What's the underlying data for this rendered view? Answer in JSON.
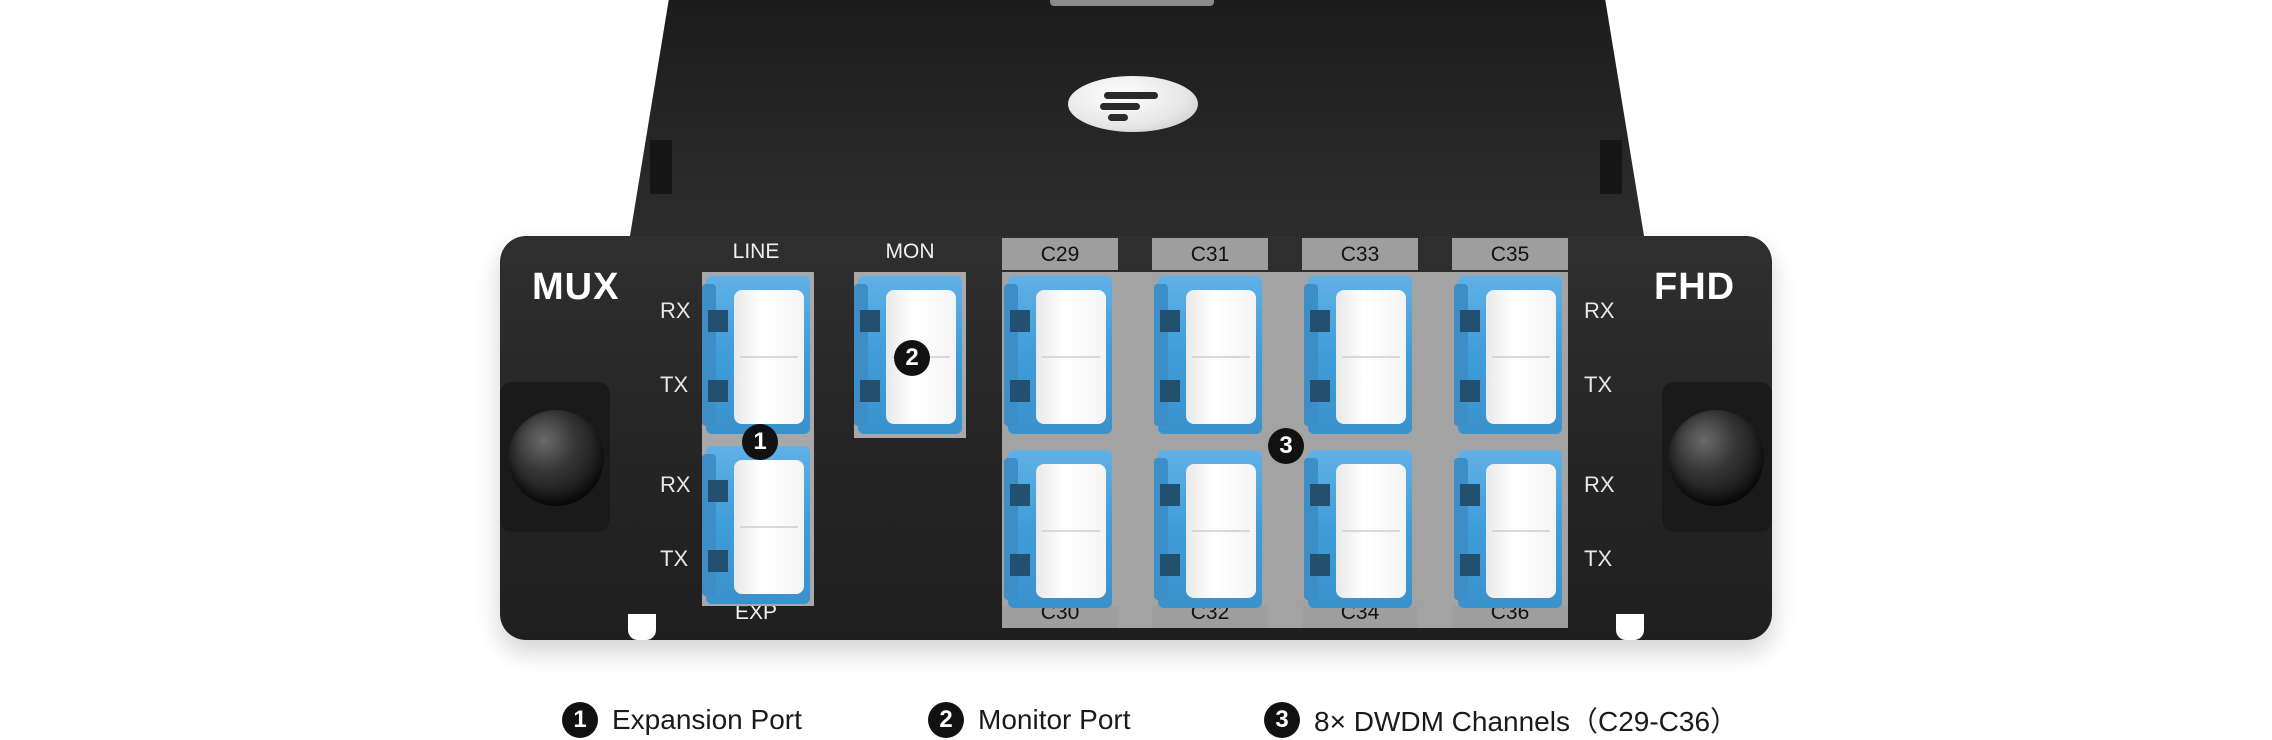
{
  "panel": {
    "left_title": "MUX",
    "right_title": "FHD",
    "side_labels": {
      "left_top_rx": "RX",
      "left_top_tx": "TX",
      "left_bottom_rx": "RX",
      "left_bottom_tx": "TX",
      "right_top_rx": "RX",
      "right_top_tx": "TX",
      "right_bottom_rx": "RX",
      "right_bottom_tx": "TX"
    },
    "port_labels": {
      "line": "LINE",
      "mon": "MON",
      "exp": "EXP"
    },
    "channels_top": [
      "C29",
      "C31",
      "C33",
      "C35"
    ],
    "channels_bottom": [
      "C30",
      "C32",
      "C34",
      "C36"
    ]
  },
  "badges": {
    "expansion": "1",
    "monitor": "2",
    "channels": "3"
  },
  "legend": [
    {
      "number": "1",
      "text": "Expansion Port"
    },
    {
      "number": "2",
      "text": "Monitor Port"
    },
    {
      "number": "3",
      "text": "8× DWDM Channels（C29-C36）"
    }
  ],
  "colors": {
    "panel": "#262626",
    "adapter_blue": "#3f9cd9",
    "highlight_grey": "#a3a3a3",
    "badge": "#111111"
  }
}
